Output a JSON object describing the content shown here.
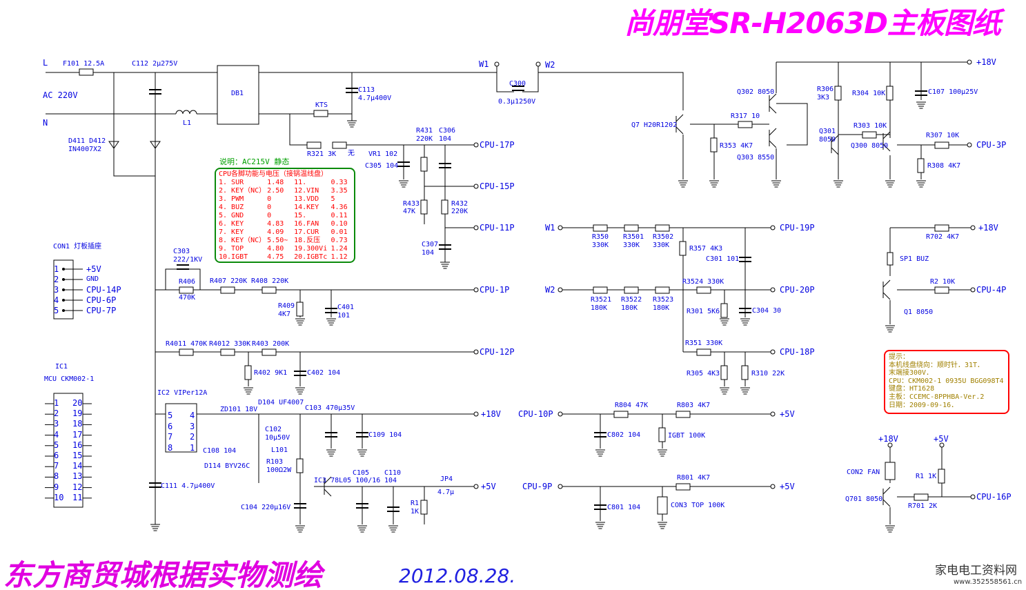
{
  "title": "尚朋堂SR-H2063D主板图纸",
  "footer": "东方商贸城根据实物测绘",
  "date": "2012.08.28.",
  "watermark": {
    "name": "家电电工资料网",
    "url": "www.352558561.cn"
  },
  "note_label": "说明：AC215V 静态",
  "cpu_table": {
    "heading": "CPU各脚功能与电压（接锅温线盘）",
    "rows": [
      [
        "1. SUR",
        "1.48",
        "11.",
        "0.33"
      ],
      [
        "2. KEY（NC）",
        "2.50",
        "12.VIN",
        "3.35"
      ],
      [
        "3. PWM",
        "0",
        "13.VDD",
        "5"
      ],
      [
        "4. BUZ",
        "0",
        "14.KEY",
        "4.36"
      ],
      [
        "5. GND",
        "0",
        "15.",
        "0.11"
      ],
      [
        "6. KEY",
        "4.83",
        "16.FAN",
        "0.10"
      ],
      [
        "7. KEY",
        "4.09",
        "17.CUR",
        "0.01"
      ],
      [
        "8. KEY（NC）",
        "5.50~",
        "18.反压",
        "0.73"
      ],
      [
        "9. TOP",
        "4.80",
        "19.300Vi",
        "1.24"
      ],
      [
        "10.IGBT",
        "4.75",
        "20.IGBTc",
        "1.12"
      ]
    ]
  },
  "tip_box": [
    "提示：",
    "本机线盘绕向：顺时针．31T．",
    "末端接300V．",
    "CPU：CKM002-1 0935U BGG098T4",
    "键盘：HT1628",
    "主板：CCEMC-8PPHBA-Ver.2",
    "日期：2009-09-16．"
  ],
  "ic1_pins_left": [
    "1",
    "2",
    "3",
    "4",
    "5",
    "6",
    "7",
    "8",
    "9",
    "10"
  ],
  "ic1_pins_right": [
    "20",
    "19",
    "18",
    "17",
    "16",
    "15",
    "14",
    "13",
    "12",
    "11"
  ],
  "ic2_pins_left": [
    "5",
    "6",
    "7",
    "8"
  ],
  "ic2_pins_right": [
    "4",
    "3",
    "2",
    "1"
  ],
  "con1_pins": [
    "1",
    "2",
    "3",
    "4",
    "5"
  ],
  "labels": [
    "L",
    "F101 12.5A",
    "C112 2μ275V",
    "AC 220V",
    "N",
    "L1",
    "DB1",
    "C113",
    "4.7μ400V",
    "W1",
    "W2",
    "C300",
    "0.3μ1250V",
    "KTS",
    "D411 D412",
    "IN4007X2",
    "R321 3K",
    "无",
    "VR1 102",
    "R431",
    "220K",
    "C306",
    "104",
    "C305 104",
    "CPU-17P",
    "CPU-15P",
    "R433",
    "47K",
    "R432",
    "220K",
    "CPU-11P",
    "C307",
    "104",
    "CON1 灯板插座",
    "+5V",
    "GND",
    "CPU-14P",
    "CPU-6P",
    "CPU-7P",
    "C303",
    "222/1KV",
    "R406",
    "470K",
    "R407 220K",
    "R408 220K",
    "CPU-1P",
    "R409",
    "4K7",
    "C401",
    "101",
    "R4011 470K",
    "R4012 330K",
    "R403 200K",
    "CPU-12P",
    "R402 9K1",
    "C402 104",
    "IC1",
    "MCU CKM002-1",
    "IC2 VIPer12A",
    "ZD101 18V",
    "D104 UF4007",
    "C103 470μ35V",
    "+18V",
    "C102",
    "10μ50V",
    "C109 104",
    "L101",
    "C108 104",
    "D114 BYV26C",
    "R103",
    "100Ω2W",
    "IC3 78L05 100/16",
    "C105",
    "C110",
    "104",
    "JP4",
    "4.7μ",
    "+5V",
    "R1",
    "1K",
    "C111 4.7μ400V",
    "C104 220μ16V",
    "+18V",
    "Q302 8050",
    "R306",
    "3K3",
    "R304 10K",
    "C107 100μ25V",
    "Q7 H20R1202",
    "R317 10",
    "Q301",
    "8050",
    "R303 10K",
    "R307 10K",
    "CPU-3P",
    "R353 4K7",
    "Q303 8550",
    "Q300 8050",
    "R308 4K7",
    "W1",
    "CPU-19P",
    "R350",
    "330K",
    "R3501",
    "330K",
    "R3502",
    "330K",
    "R357 4K3",
    "C301 101",
    "W2",
    "R3524 330K",
    "CPU-20P",
    "R3521",
    "180K",
    "R3522",
    "180K",
    "R3523",
    "180K",
    "R301 5K6",
    "C304 30",
    "R351 330K",
    "CPU-18P",
    "R305 4K3",
    "R310 22K",
    "+18V",
    "R702 4K7",
    "SP1 BUZ",
    "R2 10K",
    "CPU-4P",
    "Q1 8050",
    "CPU-10P",
    "R804 47K",
    "R803 4K7",
    "+5V",
    "C802 104",
    "IGBT 100K",
    "CPU-9P",
    "R801 4K7",
    "+5V",
    "C801 104",
    "CON3 TOP 100K",
    "+18V",
    "+5V",
    "CON2 FAN",
    "R1 1K",
    "Q701 8050",
    "R701 2K",
    "CPU-16P"
  ],
  "colors": {
    "title": "#ff00ff",
    "labels": "#0000e0",
    "table_text": "#ff0000",
    "table_border": "#0a8a0a",
    "tip_text": "#a08000",
    "tip_border": "#ff0000"
  }
}
